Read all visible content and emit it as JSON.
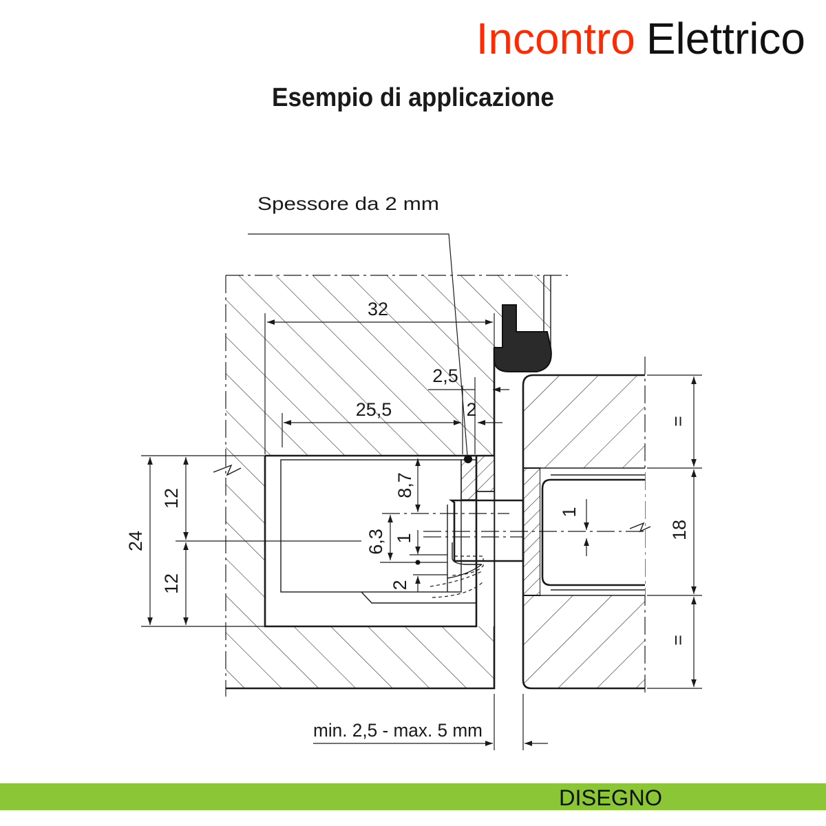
{
  "header": {
    "title_part1": "Incontro",
    "title_part2": "Elettrico",
    "subtitle": "Esempio di applicazione",
    "accent_color": "#ff2a00"
  },
  "drawing": {
    "callout": "Spessore da 2 mm",
    "dimensions": {
      "d32": "32",
      "d25_5": "25,5",
      "d2_5": "2,5",
      "d2_top": "2",
      "d8_7": "8,7",
      "d6_3": "6,3",
      "d1_left": "1",
      "d2_bottom": "2",
      "d24": "24",
      "d12_top": "12",
      "d12_bottom": "12",
      "d1_right": "1",
      "d18": "18",
      "eq_top": "=",
      "eq_bottom": "=",
      "gap": "min. 2,5 - max. 5 mm"
    }
  },
  "footer": {
    "label": "DISEGNO",
    "band_color": "#8ac635"
  }
}
